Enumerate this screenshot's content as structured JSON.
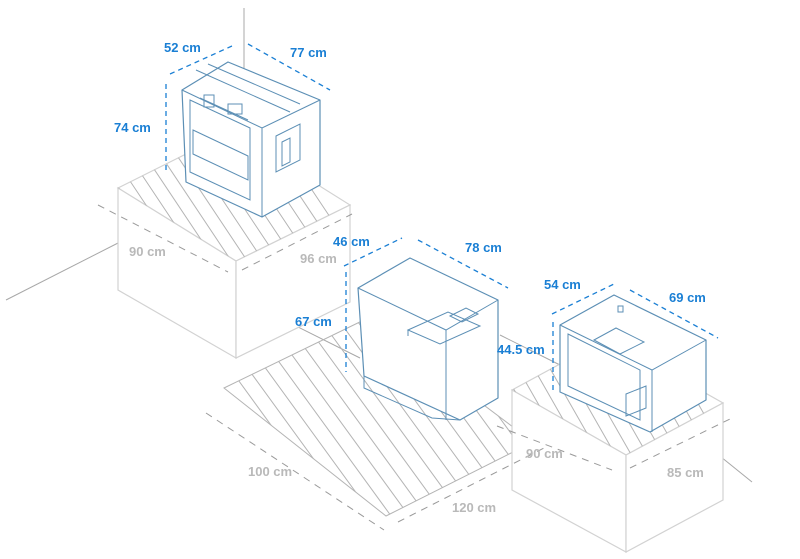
{
  "dimensions": {
    "machine_1": {
      "depth": "52 cm",
      "width": "77 cm",
      "height": "74 cm"
    },
    "table_1": {
      "depth": "90 cm",
      "width": "96 cm"
    },
    "machine_2": {
      "depth": "46 cm",
      "width": "78 cm",
      "height": "67 cm"
    },
    "floor_area": {
      "depth": "100 cm",
      "width": "120 cm"
    },
    "machine_3": {
      "depth": "54 cm",
      "width": "69 cm",
      "height": "44.5 cm"
    },
    "table_2": {
      "depth": "90 cm",
      "width": "85 cm"
    }
  },
  "colors": {
    "dimension_machine": "#1a7fd4",
    "dimension_space": "#b9b9b9",
    "outline": "#5c8fb5"
  }
}
